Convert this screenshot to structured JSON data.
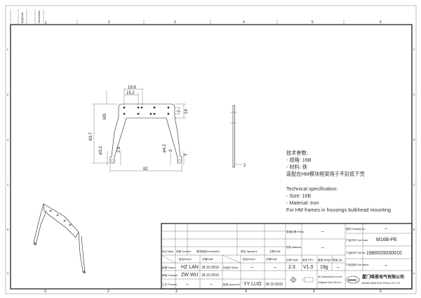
{
  "frame": {
    "columns": [
      "1",
      "2",
      "3",
      "4",
      "5",
      "6"
    ],
    "rows": [
      "F",
      "E",
      "D",
      "C",
      "B",
      "A"
    ],
    "corner_labels": [
      "标记/Date",
      "Name/Date"
    ]
  },
  "dimensions": {
    "d1": "19.8",
    "d2": "15.2",
    "d3": "63.7",
    "d4": "M3",
    "d5": "7",
    "d6": "14",
    "d7": "ø3.2",
    "d8": "2.8",
    "d9": "ø4.2",
    "d10": "3",
    "d11": "3",
    "d12": "82",
    "d13": "2"
  },
  "tech_spec": {
    "cn_title": "技术参数:",
    "cn_size": "- 规格: 16B",
    "cn_material": "- 材料: 铁",
    "cn_note": "装配在HM模块框架用于不封底下壳",
    "en_title": "Technical specification:",
    "en_size": "- Size: 16B",
    "en_material": "- Material: Iron",
    "en_note": "For HM frames in housings bulkhead mounting"
  },
  "title_block": {
    "mark": "标记 Mark",
    "number": "处数 Number",
    "description": "更改描述/Description",
    "signature": "签名 Signature",
    "date": "日期 Date",
    "name_hdr": "姓名/Name",
    "date_hdr": "日期/Date",
    "name_hdr2": "姓名/Name",
    "date_hdr2": "日期/Date",
    "drawn": "绘图 Drawn",
    "checked": "审核 Checked",
    "process": "工艺 Process",
    "stand": "标准化 Stand.",
    "approved": "批准 Approved",
    "drawn_name": "HZ LAN",
    "drawn_date": "18.10.2016",
    "checked_name": "ZW WU",
    "checked_date": "18.10.2016",
    "process_name": "–",
    "process_date": "–",
    "stand_name": "–",
    "stand_date": "–",
    "approved_name": "YY LUO",
    "approved_date": "18.10.2016",
    "finish_label": "表面处理 Finish",
    "finish_value": "–",
    "material_label": "材料 Material",
    "material_value": "–",
    "scale_label": "比例 Scale",
    "rev_label": "版本 REV.",
    "weight_label": "重量 Weight",
    "qty_label": "数量 Qty.",
    "scale": "2:3",
    "rev": "V1.0",
    "weight": "19g",
    "qty": "–",
    "dims_note1": "All Dimensions in mm",
    "dims_note2": "Original Size DIN A 4",
    "drawing_no_label": "图号 Drawing No.",
    "drawing_no": "–",
    "part_code_label": "产品代号 Part Code",
    "part_code": "M16B-PE",
    "part_no_label": "产品料号 Part No.",
    "part_no": "1980020030010",
    "part_name_label": "产品名称 Part Name",
    "part_name": "–",
    "company_logo": "WAIN",
    "company_cn": "厦门唯恩电气有限公司",
    "company_en": "XIAMEN WAIN ELECTRICAL CO.,LTD"
  }
}
